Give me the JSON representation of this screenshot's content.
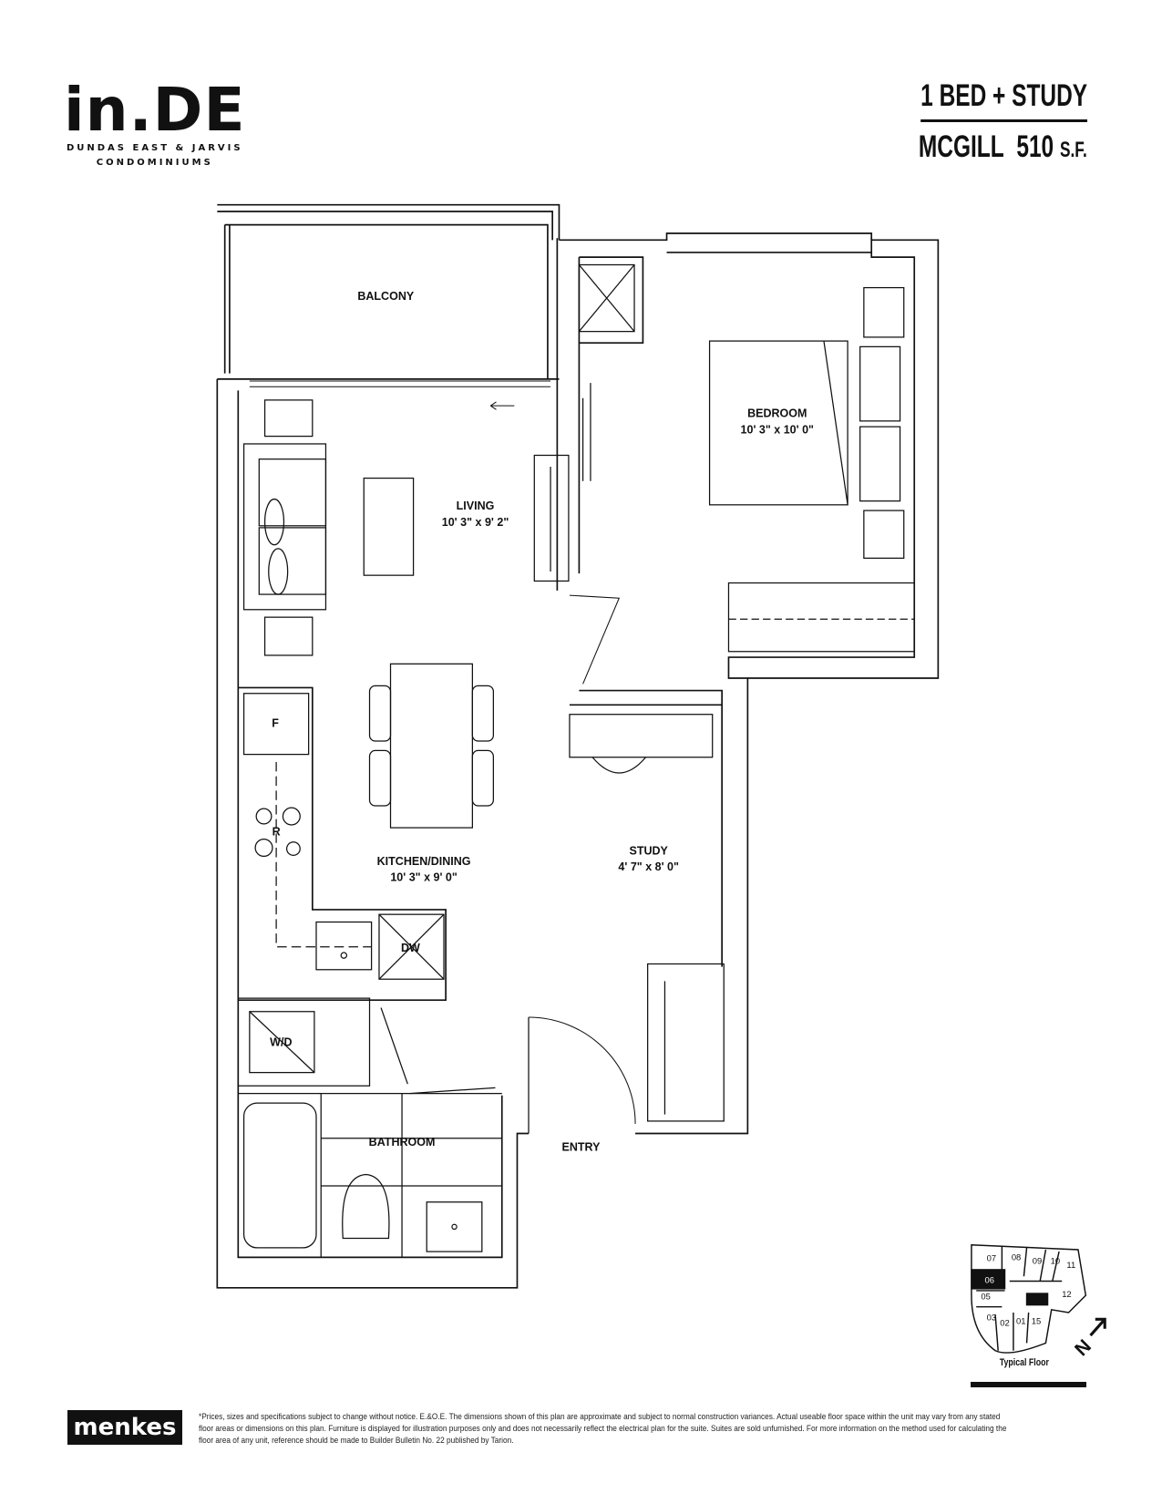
{
  "header": {
    "logo_main": "in.DE",
    "logo_sub_1": "DUNDAS EAST & JARVIS",
    "logo_sub_2": "CONDOMINIUMS",
    "unit_type": "1 BED + STUDY",
    "unit_name": "MCGILL",
    "area_value": "510",
    "area_unit": "S.F."
  },
  "rooms": {
    "balcony": {
      "name": "BALCONY"
    },
    "bedroom": {
      "name": "BEDROOM",
      "dims": "10' 3\" x 10' 0\""
    },
    "living": {
      "name": "LIVING",
      "dims": "10' 3\" x 9' 2\""
    },
    "kitchen": {
      "name": "KITCHEN/DINING",
      "dims": "10' 3\" x 9' 0\""
    },
    "study": {
      "name": "STUDY",
      "dims": "4' 7\" x 8' 0\""
    },
    "bathroom": {
      "name": "BATHROOM"
    },
    "entry": {
      "name": "ENTRY"
    }
  },
  "appliances": {
    "fridge": "F",
    "range": "R",
    "dishwasher": "DW",
    "washer_dryer": "W/D"
  },
  "keyplan": {
    "units": [
      "07",
      "08",
      "09",
      "10",
      "11",
      "06",
      "05",
      "12",
      "03",
      "02",
      "01",
      "15"
    ],
    "highlighted": "06",
    "label": "Typical Floor",
    "north": "N"
  },
  "footer": {
    "developer": "menkes",
    "disclaimer": "*Prices, sizes and specifications subject to change without notice. E.&O.E. The dimensions shown of this plan are approximate and subject to normal construction variances. Actual useable floor space within the unit may vary from any stated floor areas or dimensions on this plan. Furniture is displayed for illustration purposes only and does not necessarily reflect the electrical plan for the suite. Suites are sold unfurnished. For more information on the method used for calculating the floor area of any unit, reference should be made to Builder Bulletin No. 22 published by Tarion."
  }
}
